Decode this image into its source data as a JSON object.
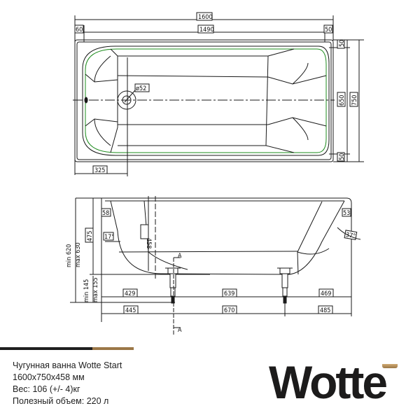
{
  "drawing": {
    "top_view": {
      "overall_length": "1600",
      "inner_length": "1490",
      "left_rim": "60",
      "right_rim": "50",
      "overall_width": "750",
      "inner_width": "650",
      "top_rim": "50",
      "bottom_rim": "50",
      "drain_offset": "325",
      "drain_diameter": "ø52"
    },
    "side_view": {
      "height_min": "min 620",
      "height_max": "max 630",
      "depth": "475",
      "inner_depth": "458",
      "leg_min": "min 145",
      "leg_max": "max 155",
      "left_edge": "58",
      "right_edge": "53",
      "left_angle": "17°",
      "right_angle": "37°",
      "upper_left": "429",
      "upper_mid": "639",
      "upper_right": "469",
      "lower_left": "445",
      "lower_mid": "670",
      "lower_right": "485",
      "section_mark": "A"
    },
    "colors": {
      "line": "#1a1a1a",
      "inner_contour": "#1e8c1e"
    }
  },
  "product": {
    "title": "Чугунная ванна Wotte Start",
    "dimensions": "1600x750x458 мм",
    "weight": "Вес: 106 (+/- 4)кг",
    "volume": "Полезный объем: 220 л"
  },
  "brand": {
    "logo_text": "Wotte",
    "bar_colors": {
      "dark": "#1f1f1f",
      "gold": "#9b7747"
    }
  }
}
